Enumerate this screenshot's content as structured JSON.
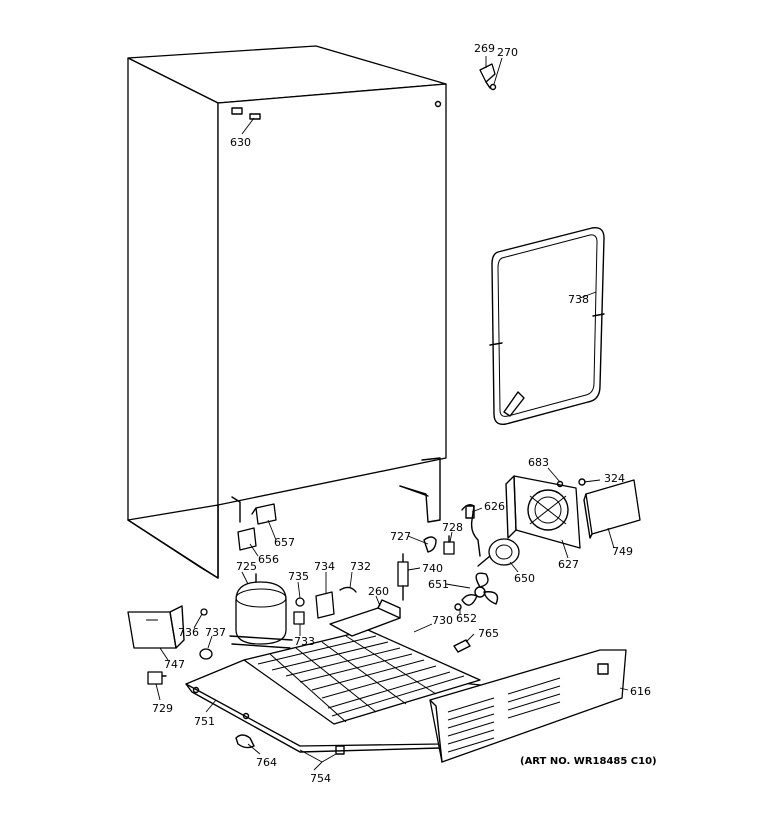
{
  "art_number": "(ART NO. WR18485 C10)",
  "parts": [
    {
      "id": "p269",
      "number": "269"
    },
    {
      "id": "p270",
      "number": "270"
    },
    {
      "id": "p630",
      "number": "630"
    },
    {
      "id": "p738",
      "number": "738"
    },
    {
      "id": "p683",
      "number": "683"
    },
    {
      "id": "p324",
      "number": "324"
    },
    {
      "id": "p626",
      "number": "626"
    },
    {
      "id": "p657",
      "number": "657"
    },
    {
      "id": "p656",
      "number": "656"
    },
    {
      "id": "p727",
      "number": "727"
    },
    {
      "id": "p728",
      "number": "728"
    },
    {
      "id": "p749",
      "number": "749"
    },
    {
      "id": "p627",
      "number": "627"
    },
    {
      "id": "p650",
      "number": "650"
    },
    {
      "id": "p725",
      "number": "725"
    },
    {
      "id": "p735",
      "number": "735"
    },
    {
      "id": "p734",
      "number": "734"
    },
    {
      "id": "p732",
      "number": "732"
    },
    {
      "id": "p740",
      "number": "740"
    },
    {
      "id": "p651",
      "number": "651"
    },
    {
      "id": "p260",
      "number": "260"
    },
    {
      "id": "p736",
      "number": "736"
    },
    {
      "id": "p737",
      "number": "737"
    },
    {
      "id": "p733",
      "number": "733"
    },
    {
      "id": "p730",
      "number": "730"
    },
    {
      "id": "p652",
      "number": "652"
    },
    {
      "id": "p765",
      "number": "765"
    },
    {
      "id": "p747",
      "number": "747"
    },
    {
      "id": "p616",
      "number": "616"
    },
    {
      "id": "p729",
      "number": "729"
    },
    {
      "id": "p751",
      "number": "751"
    },
    {
      "id": "p764",
      "number": "764"
    },
    {
      "id": "p754",
      "number": "754"
    }
  ]
}
